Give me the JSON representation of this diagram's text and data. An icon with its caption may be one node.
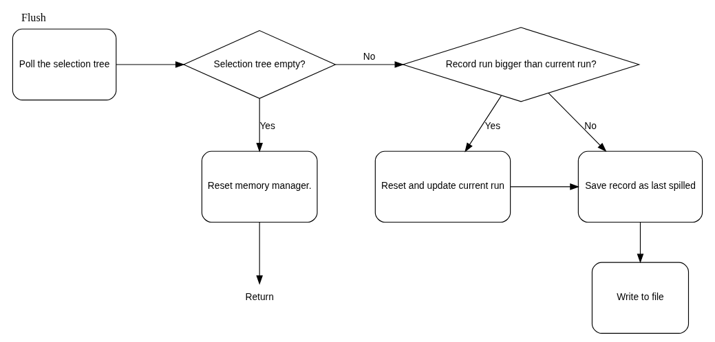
{
  "diagram": {
    "title": "Flush",
    "nodes": [
      {
        "text": [
          "Poll the selection tree"
        ]
      },
      {
        "text": [
          "Selection tree empty?"
        ]
      },
      {
        "text": [
          "Record run bigger than current run?"
        ]
      },
      {
        "text": [
          "Reset memory manager."
        ]
      },
      {
        "text": [
          "Return"
        ]
      },
      {
        "text": [
          "Reset and update current run"
        ]
      },
      {
        "text": [
          "Save record as last spilled"
        ]
      },
      {
        "text": [
          "Write to file"
        ]
      }
    ],
    "edges": [
      {
        "from": 0,
        "to": 1,
        "arrow": "to"
      },
      {
        "from": 1,
        "to": 2,
        "arrow": "to",
        "label": "No"
      },
      {
        "from": 1,
        "to": 3,
        "arrow": "to",
        "label": "Yes"
      },
      {
        "from": 3,
        "to": 4,
        "arrow": "to"
      },
      {
        "from": 2,
        "to": 5,
        "arrow": "to",
        "label": "Yes"
      },
      {
        "from": 2,
        "to": 6,
        "arrow": "to",
        "label": "No"
      },
      {
        "from": 5,
        "to": 6,
        "arrow": "to"
      },
      {
        "from": 6,
        "to": 7,
        "arrow": "to"
      }
    ]
  }
}
